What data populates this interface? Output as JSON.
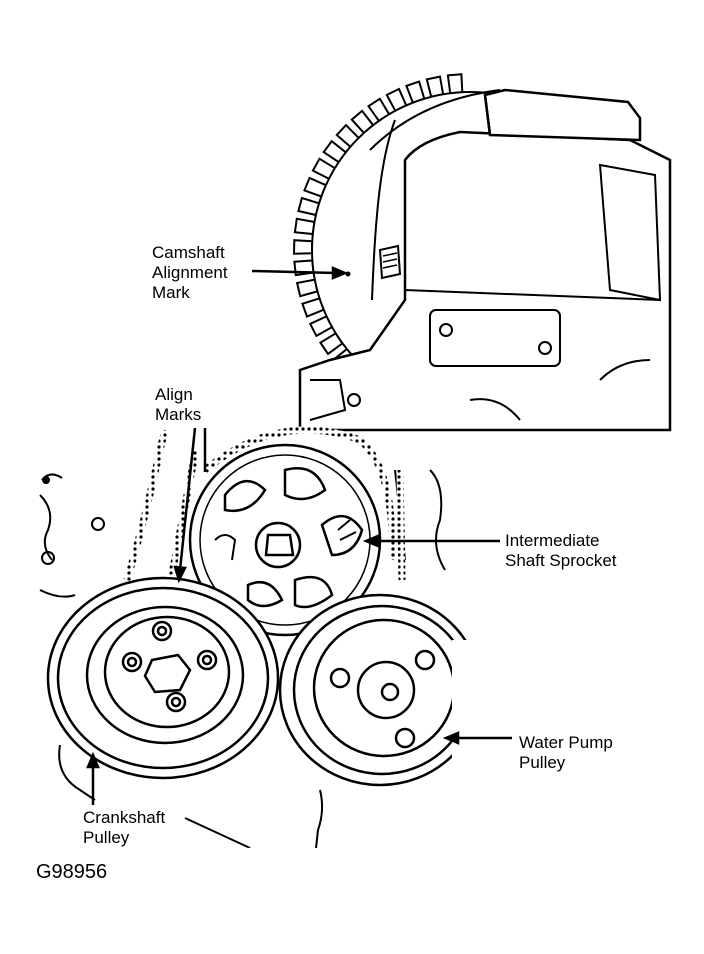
{
  "labels": {
    "camshaft_mark": [
      "Camshaft",
      "Alignment",
      "Mark"
    ],
    "align_marks": [
      "Align",
      "Marks"
    ],
    "intermediate": [
      "Intermediate",
      "Shaft Sprocket"
    ],
    "water_pump": [
      "Water Pump",
      "Pulley"
    ],
    "crankshaft": [
      "Crankshaft",
      "Pulley"
    ],
    "figure_code": "G98956"
  },
  "colors": {
    "ink": "#000000",
    "paper": "#ffffff"
  }
}
